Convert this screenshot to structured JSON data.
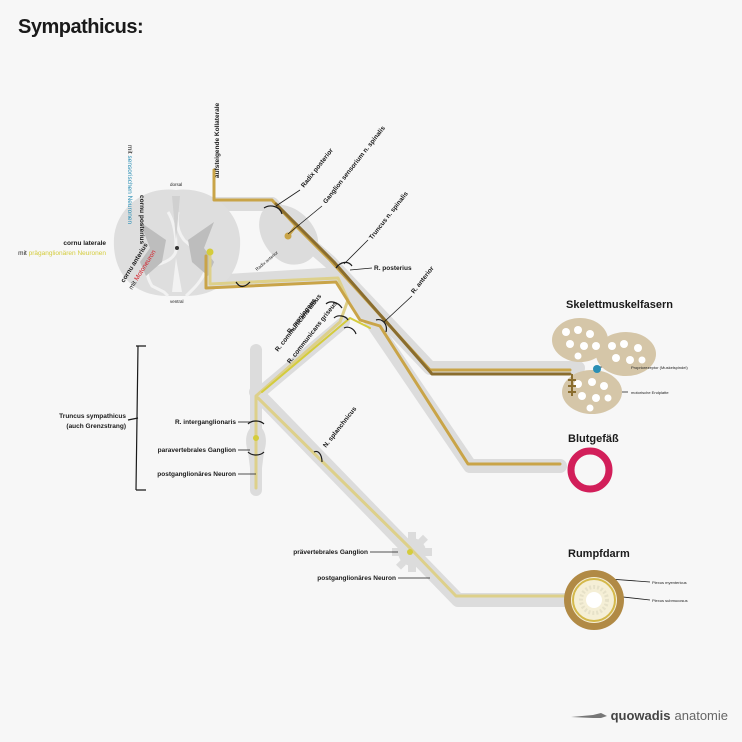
{
  "title": "Sympathicus:",
  "labels": {
    "cornu_posterius": "cornu posterius",
    "mit_sensorischen_1": "mit ",
    "mit_sensorischen_2": "sensorischen Neuronen",
    "aufsteigende": "aufsteigende Kollaterale",
    "dorsal": "dorsal",
    "ventral": "ventral",
    "cornu_laterale": "cornu laterale",
    "mit_praegang_1": "mit ",
    "mit_praegang_2": "präganglionären Neuronen",
    "cornu_anterius": "cornu anterius",
    "mit_moto_1": "mit ",
    "mit_moto_2": "Motoneuron",
    "radix_anterior": "Radix anterior",
    "radix_posterior": "Radix posterior",
    "ganglion_sensorium": "Ganglion sensorium n. spinalis",
    "truncus_spinalis": "Truncus n. spinalis",
    "r_posterius": "R. posterius",
    "r_anterior": "R. anterior",
    "r_meningeus": "R. meningeus",
    "r_comm_albus": "R. communicans albus",
    "r_comm_griseus": "R. communicans griseus",
    "truncus_symp_1": "Truncus sympathicus",
    "truncus_symp_2": "(auch Grenzstrang)",
    "r_interganglionaris": "R. interganglionaris",
    "paravertebrales": "paravertebrales Ganglion",
    "postganglionaer_1": "postganglionäres Neuron",
    "n_splanchnicus": "N. splanchnicus",
    "praevertebrales": "prävertebrales Ganglion",
    "postganglionaer_2": "postganglionäres Neuron",
    "skelettmuskelfasern": "Skelettmuskelfasern",
    "propriorezeptor": "Propriorezeptor (Muskelspindel)",
    "motorische_endplatte": "motorische Endplatte",
    "blutgefaess": "Blutgefäß",
    "rumpfdarm": "Rumpfdarm",
    "plexus_myentericus": "Plexus myentericus",
    "plexus_submucosus": "Plexus submucosus"
  },
  "brand": {
    "word1": "quowadis",
    "word2": "anatomie"
  },
  "colors": {
    "sensory": "#2a8fb5",
    "preganglionic": "#d4cc3c",
    "motor": "#d4202a",
    "nerve_dark": "#8a6d2e",
    "nerve_gold": "#c9a448",
    "nerve_light": "#ddd08a",
    "sheath": "#dcdcdc",
    "vessel": "#d21f5a",
    "gut": "#b18a45"
  }
}
